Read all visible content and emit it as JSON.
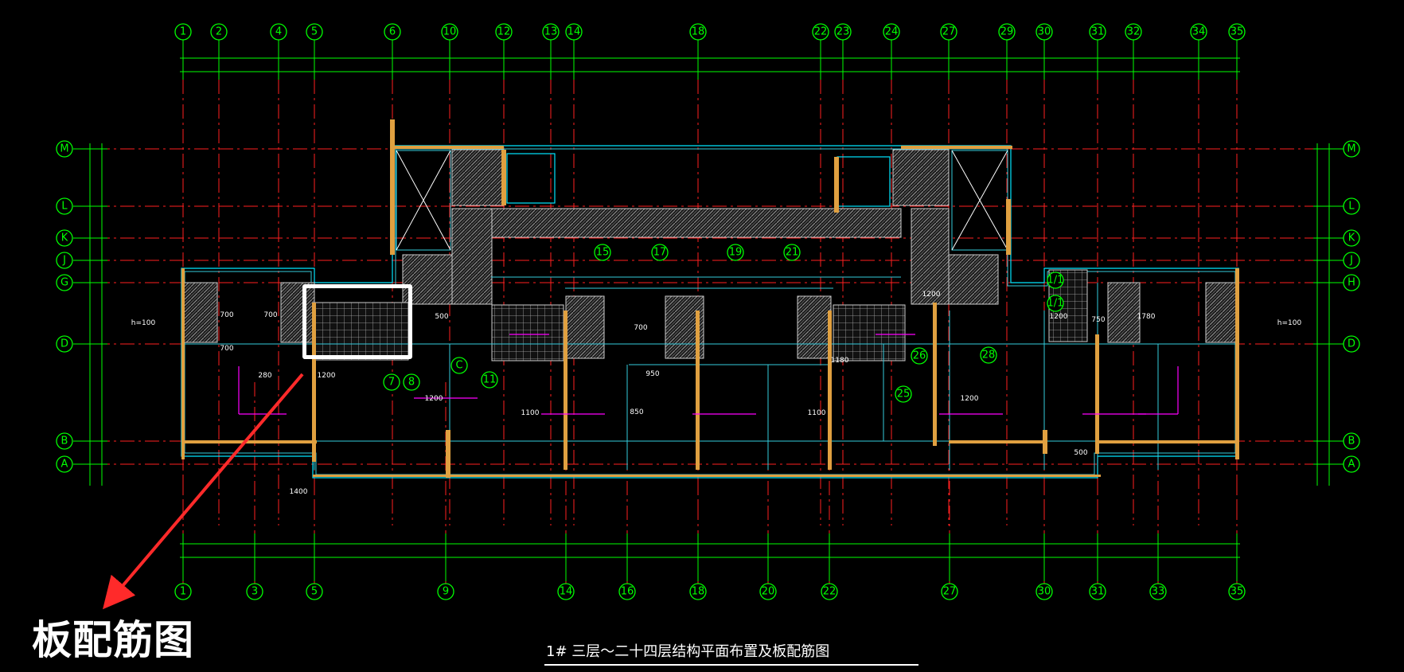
{
  "drawing": {
    "annotation_label": "板配筋图",
    "caption": "1# 三层～二十四层结构平面布置及板配筋图",
    "top_axes": [
      "1",
      "2",
      "4",
      "5",
      "6",
      "10",
      "12",
      "13",
      "14",
      "18",
      "22",
      "23",
      "24",
      "27",
      "29",
      "30",
      "31",
      "32",
      "34",
      "35"
    ],
    "bottom_axes": [
      "1",
      "3",
      "5",
      "9",
      "14",
      "16",
      "18",
      "20",
      "22",
      "27",
      "30",
      "31",
      "33",
      "35"
    ],
    "left_axes": [
      "M",
      "L",
      "K",
      "J",
      "G",
      "D",
      "B",
      "A"
    ],
    "right_axes": [
      "M",
      "L",
      "K",
      "J",
      "H",
      "D",
      "B",
      "A"
    ],
    "inner_axes": [
      "7",
      "8",
      "C",
      "11",
      "15",
      "17",
      "19",
      "21",
      "25",
      "26",
      "28",
      "1/1",
      "1/1"
    ],
    "slab_notes": [
      "h=100",
      "h=100"
    ],
    "dimension_values": [
      "700",
      "700",
      "700",
      "280",
      "1200",
      "500",
      "1200",
      "1100",
      "700",
      "850",
      "950",
      "1180",
      "750",
      "1200",
      "1100",
      "500",
      "1400",
      "1200",
      "1780",
      "1200"
    ]
  },
  "colors": {
    "background": "#000000",
    "grid": "#ff2020",
    "axis_bubble": "#00ff00",
    "beam": "#00e5ff",
    "wall": "#e0a040",
    "rebar": "#ff00ff",
    "arrow": "#ff2a2a",
    "highlight": "#ffffff"
  }
}
